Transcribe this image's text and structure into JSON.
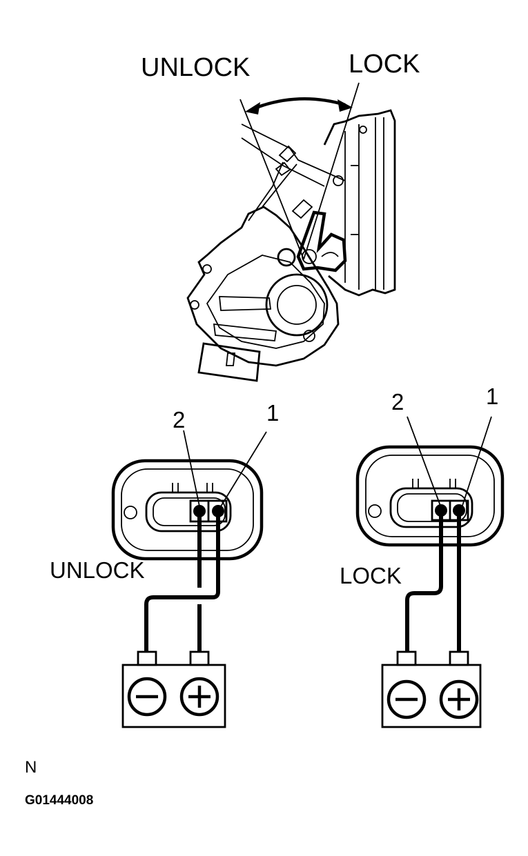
{
  "actuator": {
    "label_unlock": "UNLOCK",
    "label_lock": "LOCK"
  },
  "panels": [
    {
      "state_label": "UNLOCK",
      "terminal_2": "2",
      "terminal_1": "1",
      "battery_negative": "−",
      "battery_positive": "+"
    },
    {
      "state_label": "LOCK",
      "terminal_2": "2",
      "terminal_1": "1",
      "battery_negative": "−",
      "battery_positive": "+"
    }
  ],
  "footer": {
    "note": "N",
    "code": "G01444008"
  }
}
